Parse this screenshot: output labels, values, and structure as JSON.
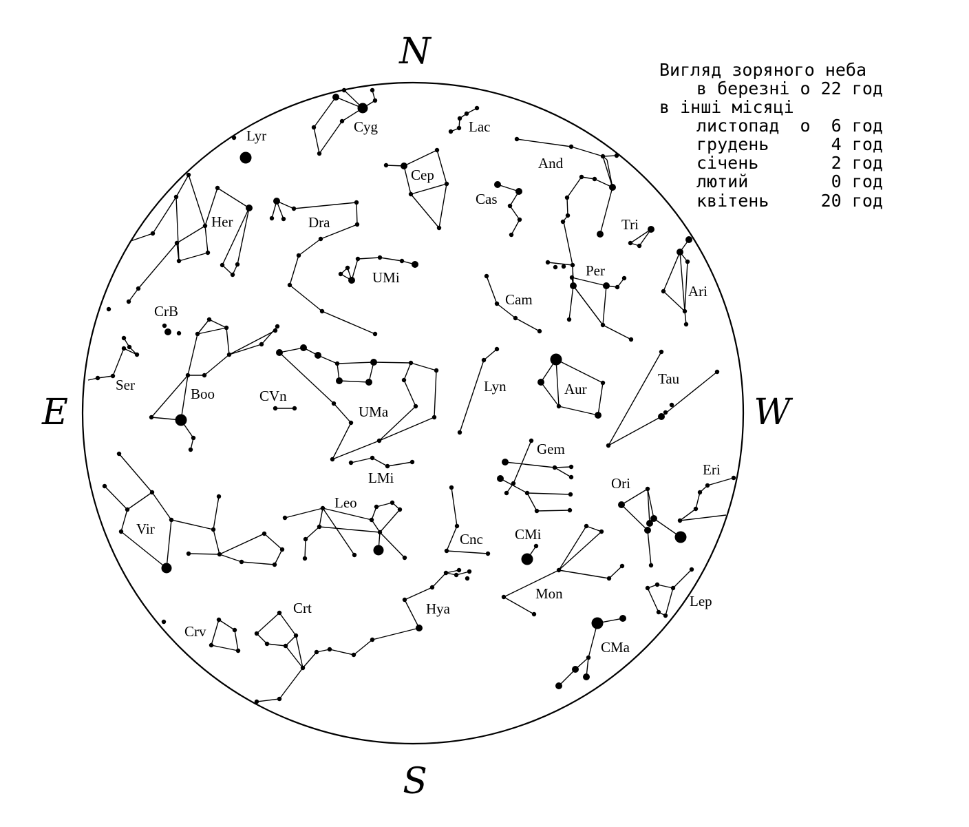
{
  "directions": {
    "north": "N",
    "south": "S",
    "east": "E",
    "west": "W"
  },
  "legend": {
    "title": "Вигляд зоряного неба",
    "subtitle": "в березні о 22 год",
    "other_months_label": "в інші місяці",
    "rows": [
      "листопад  о  6 год",
      "грудень      4 год",
      "січень       2 год",
      "лютий        0 год",
      "квітень     20 год"
    ]
  },
  "constellation_labels": {
    "lyr": "Lyr",
    "cyg": "Cyg",
    "lac": "Lac",
    "and": "And",
    "cep": "Cep",
    "cas": "Cas",
    "tri": "Tri",
    "her": "Her",
    "dra": "Dra",
    "umi": "UMi",
    "per": "Per",
    "ari": "Ari",
    "cam": "Cam",
    "crb": "CrB",
    "ser": "Ser",
    "boo": "Boo",
    "cvn": "CVn",
    "uma": "UMa",
    "lyn": "Lyn",
    "aur": "Aur",
    "tau": "Tau",
    "gem": "Gem",
    "lmi": "LMi",
    "ori": "Ori",
    "eri": "Eri",
    "vir": "Vir",
    "leo": "Leo",
    "cnc": "Cnc",
    "cmi": "CMi",
    "mon": "Mon",
    "lep": "Lep",
    "crt": "Crt",
    "hya": "Hya",
    "crv": "Crv",
    "cma": "CMa"
  }
}
